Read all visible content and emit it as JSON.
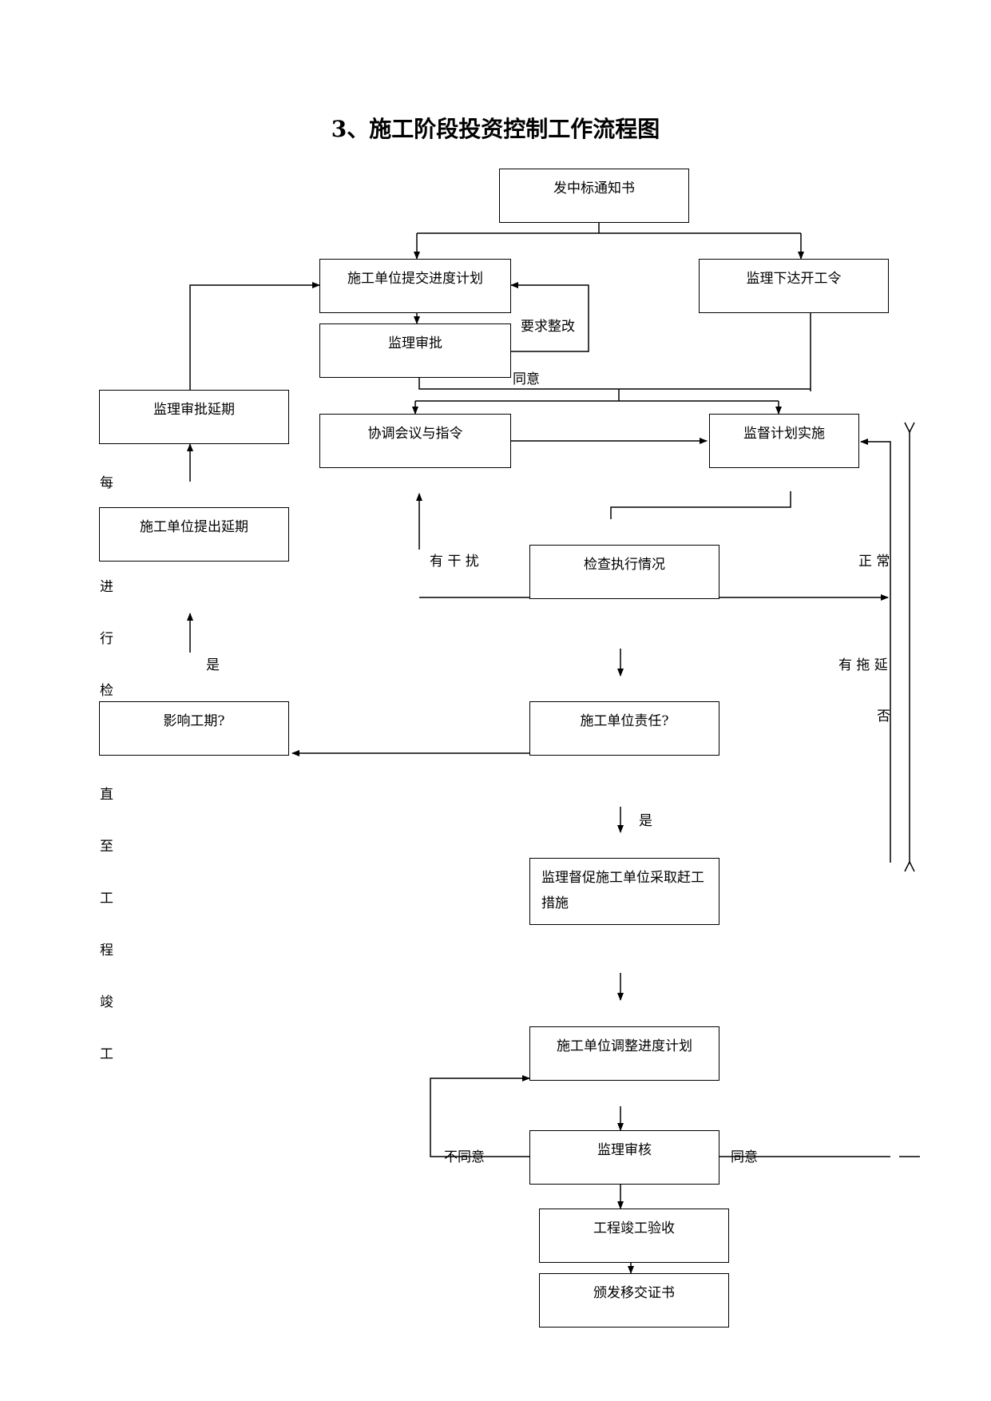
{
  "title": "3、施工阶段投资控制工作流程图",
  "nodes": {
    "notice": "发中标通知书",
    "submit_plan": "施工单位提交进度计划",
    "start_order": "监理下达开工令",
    "approve": "监理审批",
    "approve_extension": "监理审批延期",
    "coordination": "协调会议与指令",
    "supervise": "监督计划实施",
    "propose_extension": "施工单位提出延期",
    "check": "检查执行情况",
    "affect_schedule": "影响工期?",
    "contractor_responsible": "施工单位责任?",
    "urge_measures": "监理督促施工单位采取赶工措施",
    "adjust_plan": "施工单位调整进度计划",
    "review": "监理审核",
    "acceptance": "工程竣工验收",
    "certificate": "颁发移交证书"
  },
  "labels": {
    "rectify": "要求整改",
    "agree_1": "同意",
    "interference": "有 干 扰",
    "normal": "正 常",
    "delay": "有 拖 延",
    "no": "否",
    "yes_left": "是",
    "yes_mid": "是",
    "disagree": "不同意",
    "agree_2": "同意"
  },
  "side_text": [
    "每",
    "进",
    "行",
    "检",
    "直",
    "至",
    "工",
    "程",
    "竣",
    "工"
  ]
}
